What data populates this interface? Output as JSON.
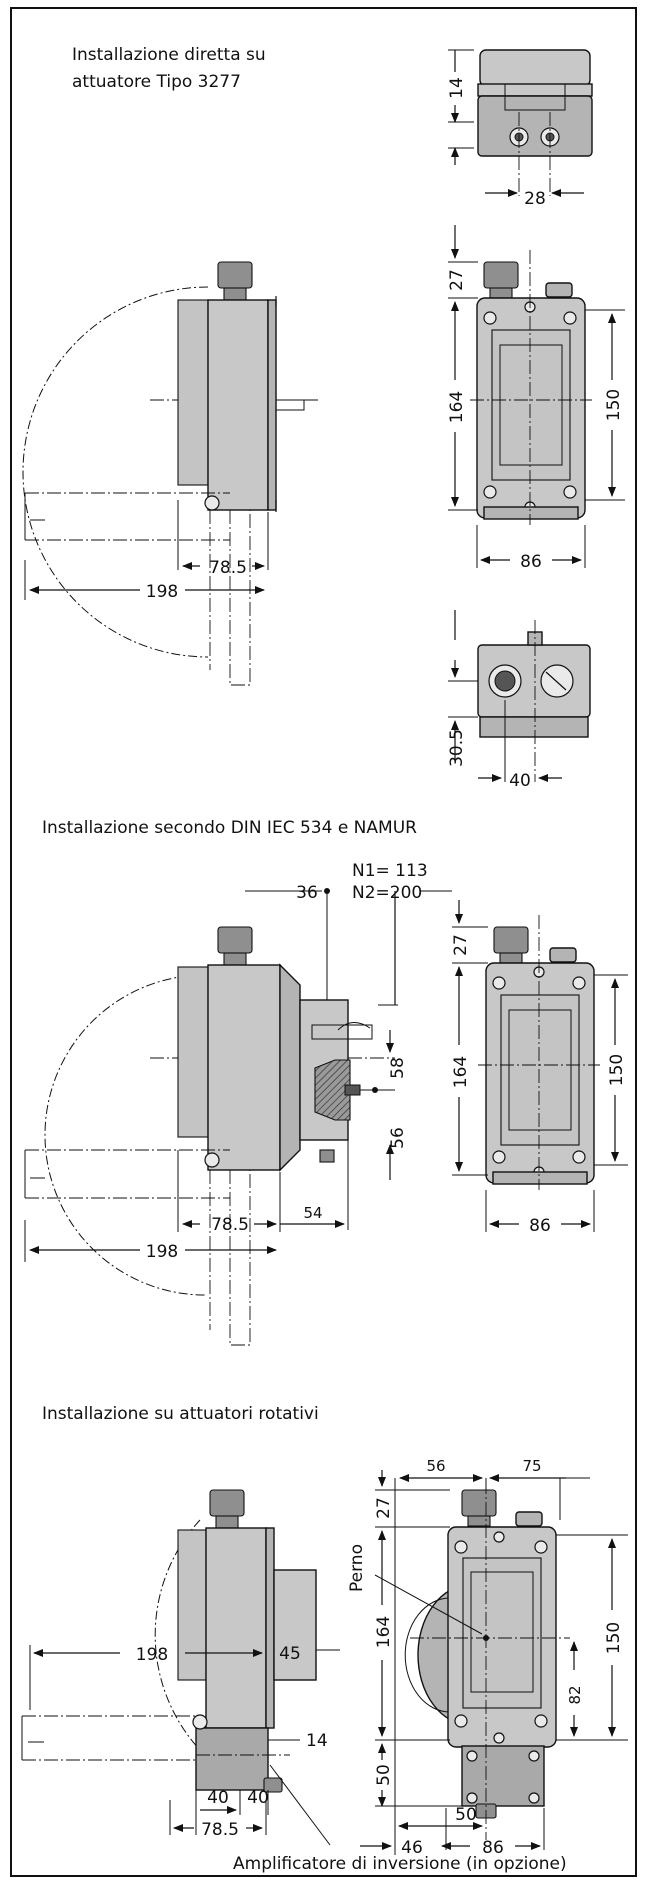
{
  "sections": {
    "direct": {
      "title_line1": "Installazione diretta su",
      "title_line2": "attuatore Tipo 3277",
      "dims": {
        "top_14": "14",
        "top_28": "28",
        "side_785": "78.5",
        "side_198": "198",
        "front_27": "27",
        "front_164": "164",
        "front_150": "150",
        "front_86": "86",
        "bottom_305": "30.5",
        "bottom_40": "40"
      }
    },
    "namur": {
      "title": "Installazione secondo DIN IEC 534 e NAMUR",
      "dims": {
        "n1": "N1= 113",
        "n2": "N2=200",
        "d36": "36",
        "d58": "58",
        "d56": "56",
        "d54": "54",
        "side_785": "78.5",
        "side_198": "198",
        "front_27": "27",
        "front_164": "164",
        "front_150": "150",
        "front_86": "86"
      }
    },
    "rotary": {
      "title": "Installazione su attuatori rotativi",
      "dims": {
        "d56": "56",
        "d75": "75",
        "front_27": "27",
        "perno": "Perno",
        "front_164": "164",
        "front_150": "150",
        "d82": "82",
        "d50v": "50",
        "side_198": "198",
        "d45": "45",
        "d14": "14",
        "d40a": "40",
        "d40b": "40",
        "side_785": "78.5",
        "d46": "46",
        "d50": "50",
        "front_86": "86"
      },
      "caption": "Amplificatore di inversione (in opzione)"
    }
  }
}
